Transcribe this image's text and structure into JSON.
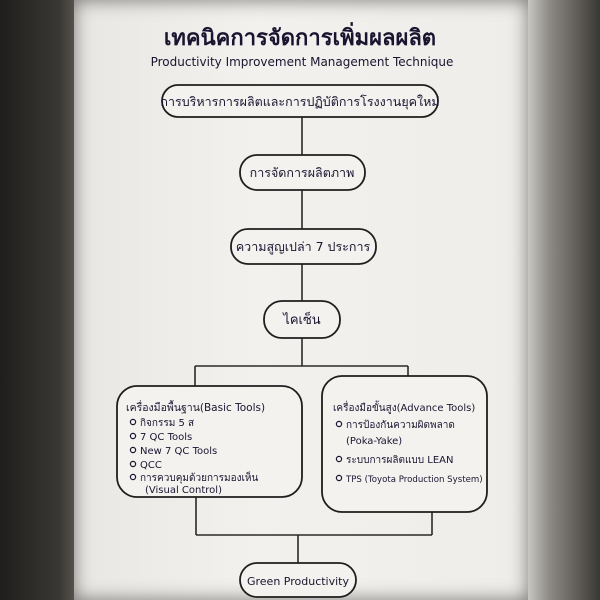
{
  "title_th": "เทคนิคการจัดการเพิ่มผลผลิต",
  "title_en": "Productivity Improvement Management Technique",
  "steps": [
    "การบริหารการผลิตและการปฏิบัติการโรงงานยุคใหม่",
    "การจัดการผลิตภาพ",
    "ความสูญเปล่า 7 ประการ",
    "ไคเซ็น"
  ],
  "basic_tools": {
    "heading": "เครื่องมือพื้นฐาน(Basic Tools)",
    "items": [
      "กิจกรรม 5 ส",
      "7 QC Tools",
      "New 7 QC Tools",
      "QCC",
      "การควบคุมด้วยการมองเห็น",
      "(Visual Control)"
    ]
  },
  "advance_tools": {
    "heading": "เครื่องมือขั้นสูง(Advance Tools)",
    "items": [
      "การป้องกันความผิดพลาด",
      "(Poka-Yake)",
      "ระบบการผลิตแบบ LEAN",
      "TPS (Toyota Production System)"
    ]
  },
  "final": "Green Productivity",
  "colors": {
    "ink": "#1b1430",
    "line": "#2a2a2a",
    "box_fill": "#f4f2ef"
  }
}
